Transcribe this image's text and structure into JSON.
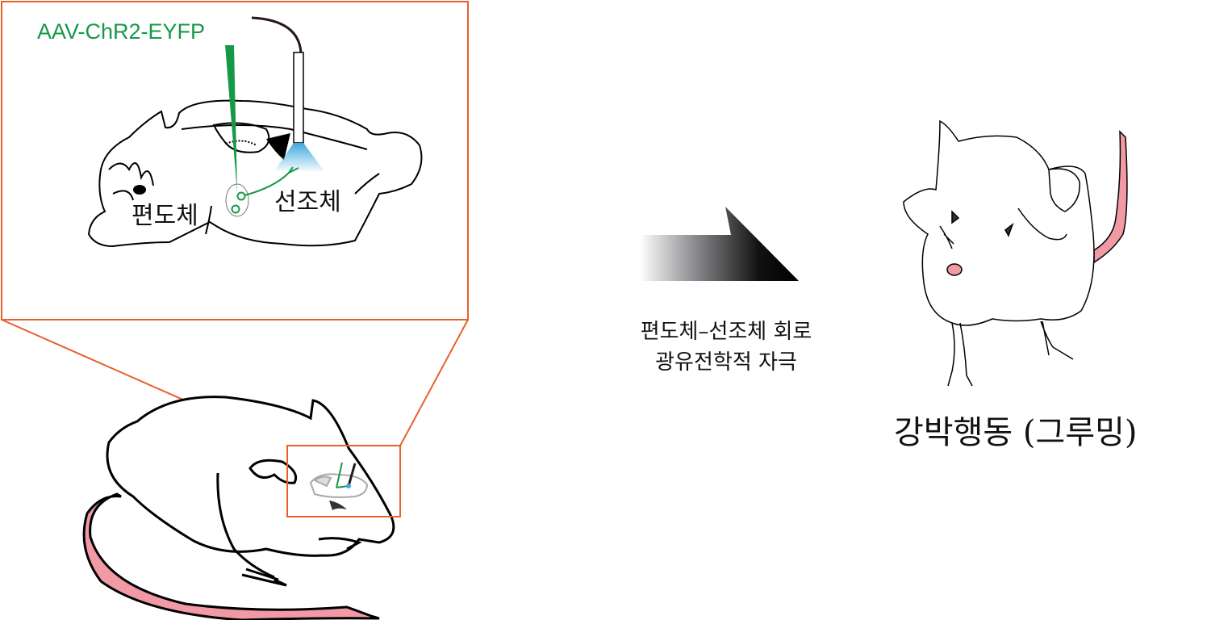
{
  "figure": {
    "inset": {
      "virus_label": "AAV-ChR2-EYFP",
      "region_labels": {
        "amygdala": "편도체",
        "striatum": "선조체"
      }
    },
    "stimulation_caption": {
      "line1": "편도체–선조체 회로",
      "line2": "광유전학적 자극"
    },
    "behavior_label": "강박행동 (그루밍)"
  },
  "colors": {
    "zoom_frame": "#e8612c",
    "virus_green": "#169947",
    "light_blue": "#3fa8de",
    "tail_pink": "#f19aa6",
    "outline": "#000000"
  },
  "icons": {
    "arrow": "gradient-right-arrow",
    "optic_fiber": "optic-fiber",
    "injection_needle": "injection-needle"
  }
}
